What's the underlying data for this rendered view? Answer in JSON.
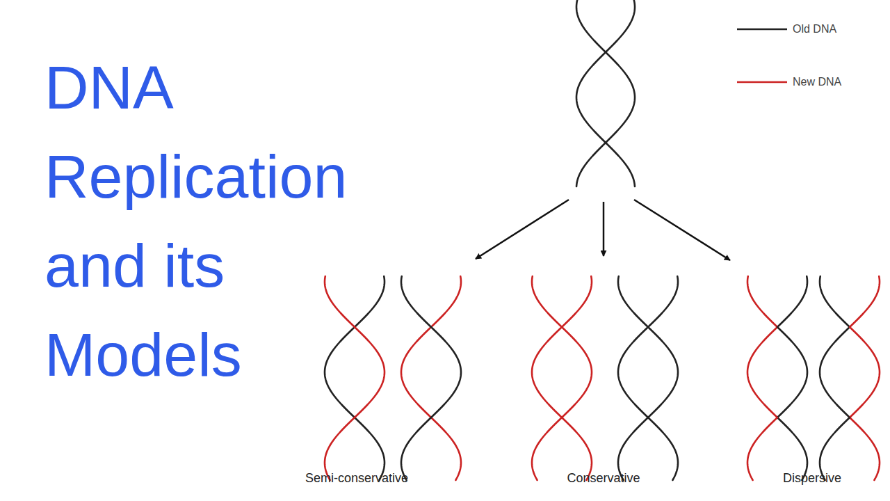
{
  "diagram": {
    "title": "DNA Replication and its Models",
    "labels": [
      "Semi-conservative",
      "Conservative",
      "Dispersive"
    ],
    "legend": [
      {
        "text": "Old DNA"
      },
      {
        "text": "New DNA"
      }
    ]
  }
}
